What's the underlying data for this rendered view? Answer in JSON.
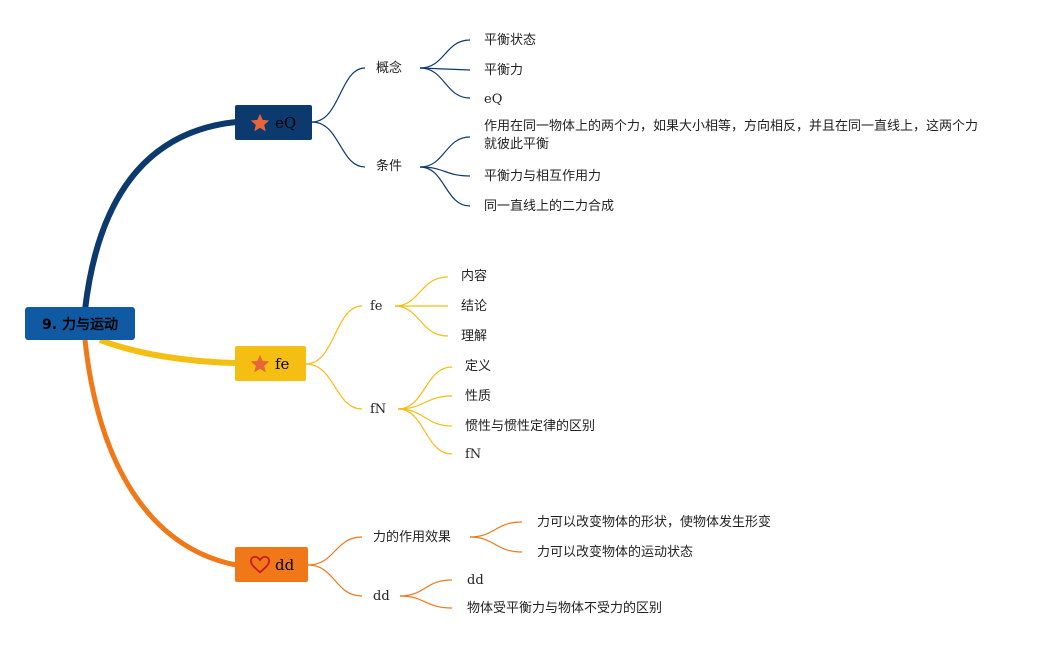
{
  "root": {
    "label": "9. 力与运动",
    "color": "#0f5aa3"
  },
  "branches": [
    {
      "label": "eQ",
      "icon": "star-icon",
      "color": "#0d3a6e",
      "children": [
        {
          "label": "概念",
          "children": [
            "平衡状态",
            "平衡力",
            "eQ"
          ]
        },
        {
          "label": "条件",
          "children": [
            "作用在同一物体上的两个力，如果大小相等，方向相反，并且在同一直线上，这两个力就彼此平衡",
            "平衡力与相互作用力",
            "同一直线上的二力合成"
          ]
        }
      ]
    },
    {
      "label": "fe",
      "icon": "star-icon",
      "color": "#f5be12",
      "children": [
        {
          "label": "fe",
          "children": [
            "内容",
            "结论",
            "理解"
          ]
        },
        {
          "label": "fN",
          "children": [
            "定义",
            "性质",
            "惯性与惯性定律的区别",
            "fN"
          ]
        }
      ]
    },
    {
      "label": "dd",
      "icon": "heart-icon",
      "color": "#f07818",
      "children": [
        {
          "label": "力的作用效果",
          "children": [
            "力可以改变物体的形状，使物体发生形变",
            "力可以改变物体的运动状态"
          ]
        },
        {
          "label": "dd",
          "children": [
            "dd",
            "物体受平衡力与物体不受力的区别"
          ]
        }
      ]
    }
  ]
}
